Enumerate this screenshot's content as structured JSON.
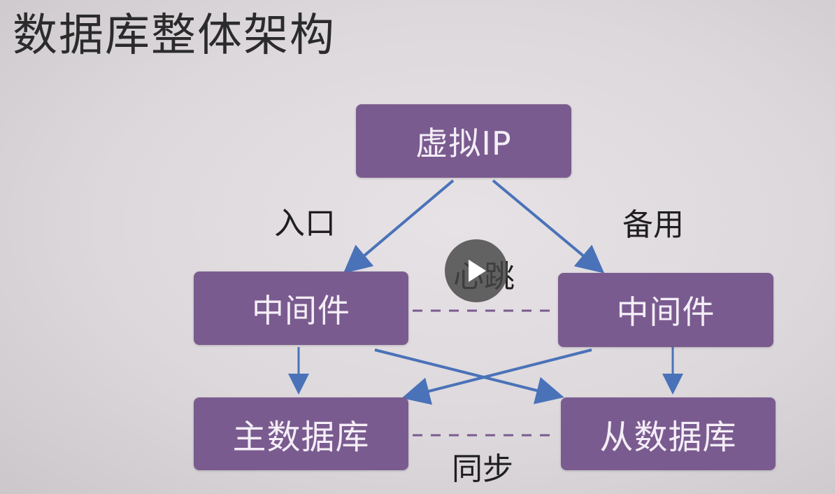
{
  "title": "数据库整体架构",
  "nodes": {
    "vip": "虚拟IP",
    "middleware_primary": "中间件",
    "middleware_backup": "中间件",
    "master_db": "主数据库",
    "slave_db": "从数据库"
  },
  "edge_labels": {
    "entry": "入口",
    "backup": "备用",
    "heartbeat": "心跳",
    "sync": "同步"
  },
  "colors": {
    "node_fill": "#7a5b8f",
    "node_text": "#f4eef7",
    "arrow": "#4a72b8",
    "dashed": "#7a5b8f"
  },
  "player": {
    "icon": "play-icon"
  }
}
